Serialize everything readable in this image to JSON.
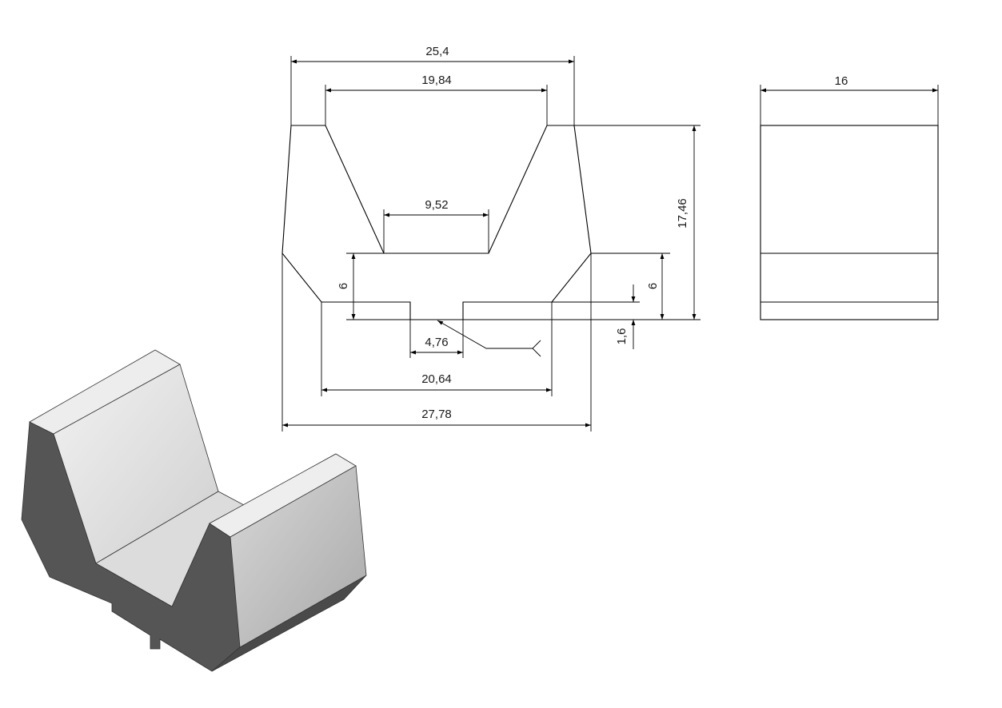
{
  "front_view": {
    "dims": {
      "overall_top_width": "25,4",
      "v_top_width": "19,84",
      "v_bottom_width": "9,52",
      "overall_height": "17,46",
      "left_step_height": "6",
      "right_step_height": "6",
      "groove_depth": "1,6",
      "groove_width": "4,76",
      "base_width": "20,64",
      "overall_bottom_width": "27,78"
    }
  },
  "side_view": {
    "dims": {
      "depth": "16"
    }
  },
  "colors": {
    "line": "#000000",
    "iso_top": "#e3e3e3",
    "iso_front": "#bdbdbd",
    "iso_side": "#5a5a5a",
    "iso_dark": "#4a4a4a"
  }
}
